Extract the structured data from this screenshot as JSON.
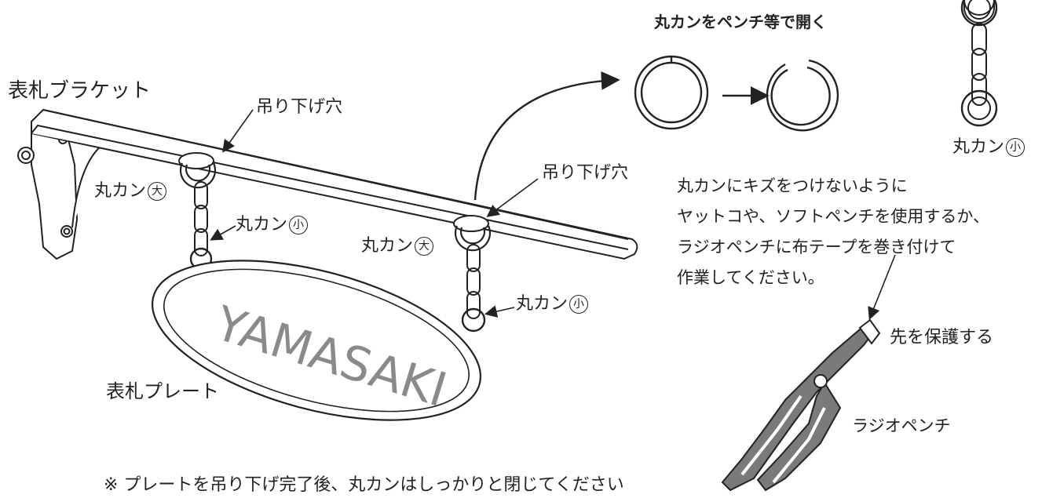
{
  "labels": {
    "bracket": "表札ブラケット",
    "hole_left": "吊り下げ穴",
    "hole_right": "吊り下げ穴",
    "ring_large_left": "丸カン",
    "ring_large_left_mark": "大",
    "ring_small_left": "丸カン",
    "ring_small_left_mark": "小",
    "ring_large_right": "丸カン",
    "ring_large_right_mark": "大",
    "ring_small_right": "丸カン",
    "ring_small_right_mark": "小",
    "plate": "表札プレート",
    "plate_name": "YAMASAKI",
    "open_title": "丸カンをペンチ等で開く",
    "chain_ring": "丸カン",
    "chain_ring_mark": "小",
    "tip_protect": "先を保護する",
    "pliers": "ラジオペンチ"
  },
  "instructions": [
    "丸カンにキズをつけないように",
    "ヤットコや、ソフトペンチを使用するか、",
    "ラジオペンチに布テープを巻き付けて",
    "作業してください。"
  ],
  "footnote": "※ プレートを吊り下げ完了後、丸カンはしっかりと閉じてください",
  "colors": {
    "line": "#222222",
    "pliers": "#7a7a7a",
    "plate_text": "#8a8a8a"
  }
}
